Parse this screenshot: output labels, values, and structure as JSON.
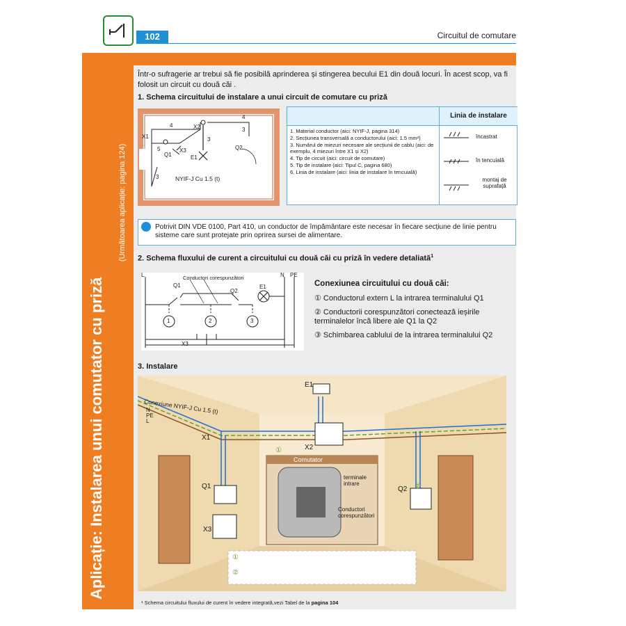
{
  "header": {
    "page_number": "102",
    "title": "Circuitul de comutare"
  },
  "side_band": {
    "title": "Aplicație: Instalarea unui comutator cu priză",
    "subtitle": "(Următoarea aplicație: pagina 124)"
  },
  "intro_text": "Într-o sufragerie ar trebui să fie posibilă aprinderea și stingerea becului E1 din două locuri. În acest scop, va fi folosit un circuit cu două căi .",
  "section1": {
    "title": "1.  Schema circuitului de instalare a unui circuit de comutare cu priză",
    "schematic_labels": {
      "x1": "X1",
      "x2": "X2",
      "x3": "X3",
      "e1": "E1",
      "q1": "Q1",
      "q2": "Q2",
      "n4a": "4",
      "n4b": "4",
      "n3a": "3",
      "n3b": "3",
      "n3c": "3",
      "n5": "5",
      "cable": "NYIF-J Cu 1.5 (t)"
    },
    "table": {
      "head": "Linia de instalare",
      "items": [
        "1.   Material conductor (aici: NYIF-J, pagina 314)",
        "2.   Secțiunea transversală a conductorului (aici: 1.5 mm²)",
        "3.   Numărul de miezuri necesare ale secțiunii de cablu (aici: de exemplu, 4 miezuri între X1 și X2)",
        "4.   Tip de circuit (aici: circuit de comutare)",
        "5.   Tip de instalare (aici: Tipul C, pagina 680)",
        "6.   Linia de instalare (aici: linia de instalare în tencuială)"
      ],
      "legend": [
        "încastrat",
        "în tencuială",
        "montaj de suprafață"
      ]
    }
  },
  "note": "Potrivit DIN VDE 0100, Part 410, un conductor de împământare este necesar în fiecare secțiune de linie pentru sisteme care sunt protejate prin oprirea sursei de alimentare.",
  "section2": {
    "title": "2. Schema fluxului de curent a circuitului cu două căi cu priză în vedere detaliată",
    "title_sup": "1",
    "diagram_labels": {
      "l": "L",
      "n": "N",
      "pe": "PE",
      "q1": "Q1",
      "q2": "Q2",
      "e1": "E1",
      "x3": "X3",
      "annot": "Conductori corespunzători",
      "c1": "1",
      "c2": "2",
      "c3": "3"
    },
    "connection_title": "Conexiunea circuitului cu două căi:",
    "connection_items": [
      "① Conductorul extern L la intrarea terminalului Q1",
      "② Conductorii corespunzători conectează ieșirile terminalelor încă libere ale Q1 la Q2",
      "③ Schimbarea cablului de la intrarea terminalului Q2"
    ]
  },
  "section3": {
    "title": "3. Instalare",
    "labels": {
      "e1": "E1",
      "cable": "Conexiune NYIF-J Cu 1.5 (t)",
      "n": "N",
      "pe": "PE",
      "l": "L",
      "x1": "X1",
      "x2": "X2",
      "q1": "Q1",
      "q2": "Q2",
      "x3": "X3",
      "comutator": "Comutator",
      "terminale": "terminale intrare",
      "conductori": "Conductori corespunzători",
      "m1": "①",
      "m2": "②",
      "legend1": "①",
      "legend2": "②"
    }
  },
  "footnote_prefix": "¹ Schema circuitului fluxului de curent în vedere integrată,vezi Tabel de la ",
  "footnote_bold": "pagina 104",
  "colors": {
    "orange": "#ef7d22",
    "blue": "#1f8fd6",
    "green": "#2a8a3a",
    "panel": "#ececec"
  }
}
